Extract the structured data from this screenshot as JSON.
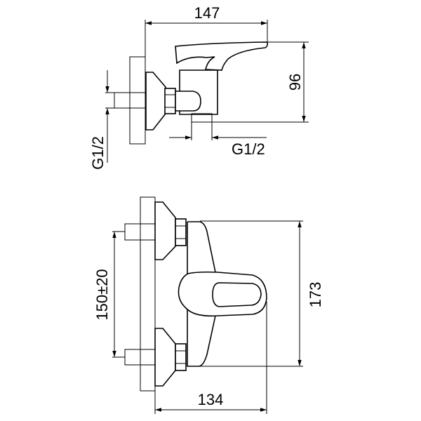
{
  "title": "Wall-mounted single lever mixer dimension drawing",
  "side_view": {
    "width_label": "147",
    "height_label": "96",
    "outlet_thread_label": "G1/2",
    "inlet_thread_label": "G1/2"
  },
  "front_view": {
    "centers_label": "150±20",
    "height_label": "173",
    "depth_label": "134"
  }
}
